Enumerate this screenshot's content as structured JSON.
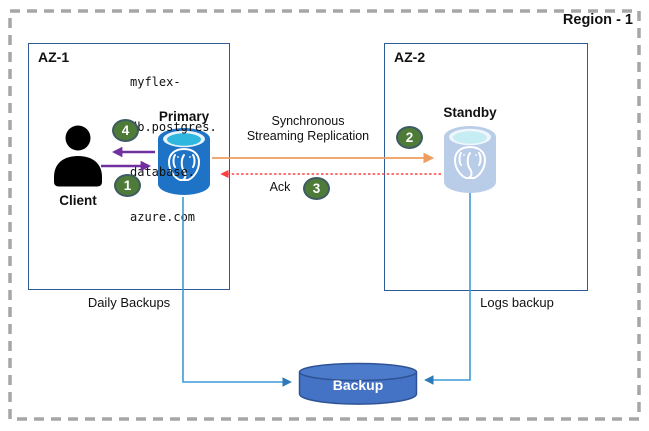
{
  "region": {
    "label": "Region - 1"
  },
  "az1": {
    "label": "AZ-1",
    "hostname": [
      "myflex-",
      "db.postgres.",
      "database.",
      "azure.com"
    ],
    "client_label": "Client",
    "primary_label": "Primary"
  },
  "az2": {
    "label": "AZ-2",
    "standby_label": "Standby"
  },
  "flows": {
    "sync_line1": "Synchronous",
    "sync_line2": "Streaming Replication",
    "ack": "Ack",
    "daily_backups": "Daily Backups",
    "logs_backup": "Logs backup"
  },
  "steps": [
    "1",
    "2",
    "3",
    "4"
  ],
  "backup": {
    "label": "Backup"
  },
  "colors": {
    "region_border": "#A6A6A6",
    "az_border": "#2E5B97",
    "primary_db_body": "#1E73C6",
    "primary_db_top": "#2FB7E0",
    "standby_db_body": "#B9CDE9",
    "standby_db_top": "#C6ECF4",
    "backup_body": "#4472C4",
    "backup_top": "#4C7BCB",
    "step_marker_fill": "#4E7B38",
    "arrow_purple": "#7030A0",
    "arrow_orange": "#EF9D5F",
    "arrow_red": "#FF4040",
    "arrow_blue": "#3D9BD9",
    "client_icon": "#000000"
  }
}
